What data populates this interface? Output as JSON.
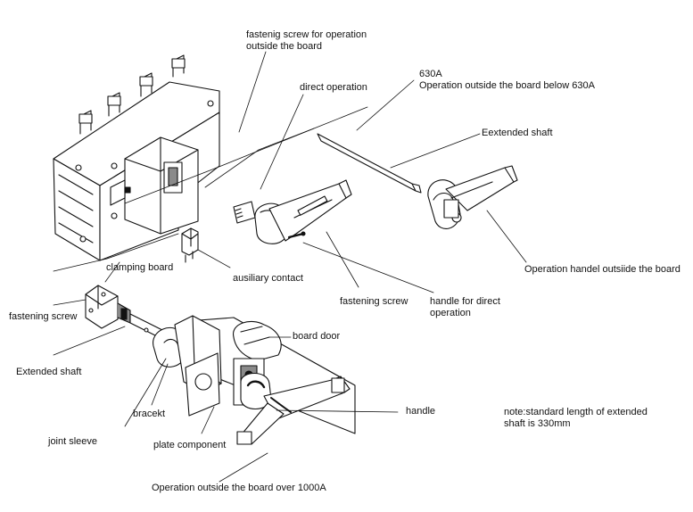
{
  "labels": {
    "fastening_screw_outside": {
      "line1": "fastenig screw for operation",
      "line2": "outside the board"
    },
    "direct_operation": "direct operation",
    "operation_below_630": {
      "line1": "630A",
      "line2": "Operation outside the board below 630A"
    },
    "extended_shaft_top": "Eextended shaft",
    "operation_handle_outside": "Operation handel outsiide the board",
    "clamping_board": "clamping board",
    "auxiliary_contact": "ausiliary contact",
    "fastening_screw_left": "fastening screw",
    "fastening_screw_middle": "fastening screw",
    "handle_direct_operation": {
      "line1": "handle for direct",
      "line2": "operation"
    },
    "extended_shaft_left": "Extended shaft",
    "board_door": "board door",
    "bracket": "bracekt",
    "joint_sleeve": "joint sleeve",
    "plate_component": "plate component",
    "handle": "handle",
    "note": {
      "line1": "note:standard length of extended",
      "line2": "shaft is 330mm"
    },
    "operation_over_1000": "Operation outside the board over 1000A"
  },
  "colors": {
    "stroke": "#111111",
    "background": "#ffffff",
    "shading": "#8a8a8a"
  }
}
